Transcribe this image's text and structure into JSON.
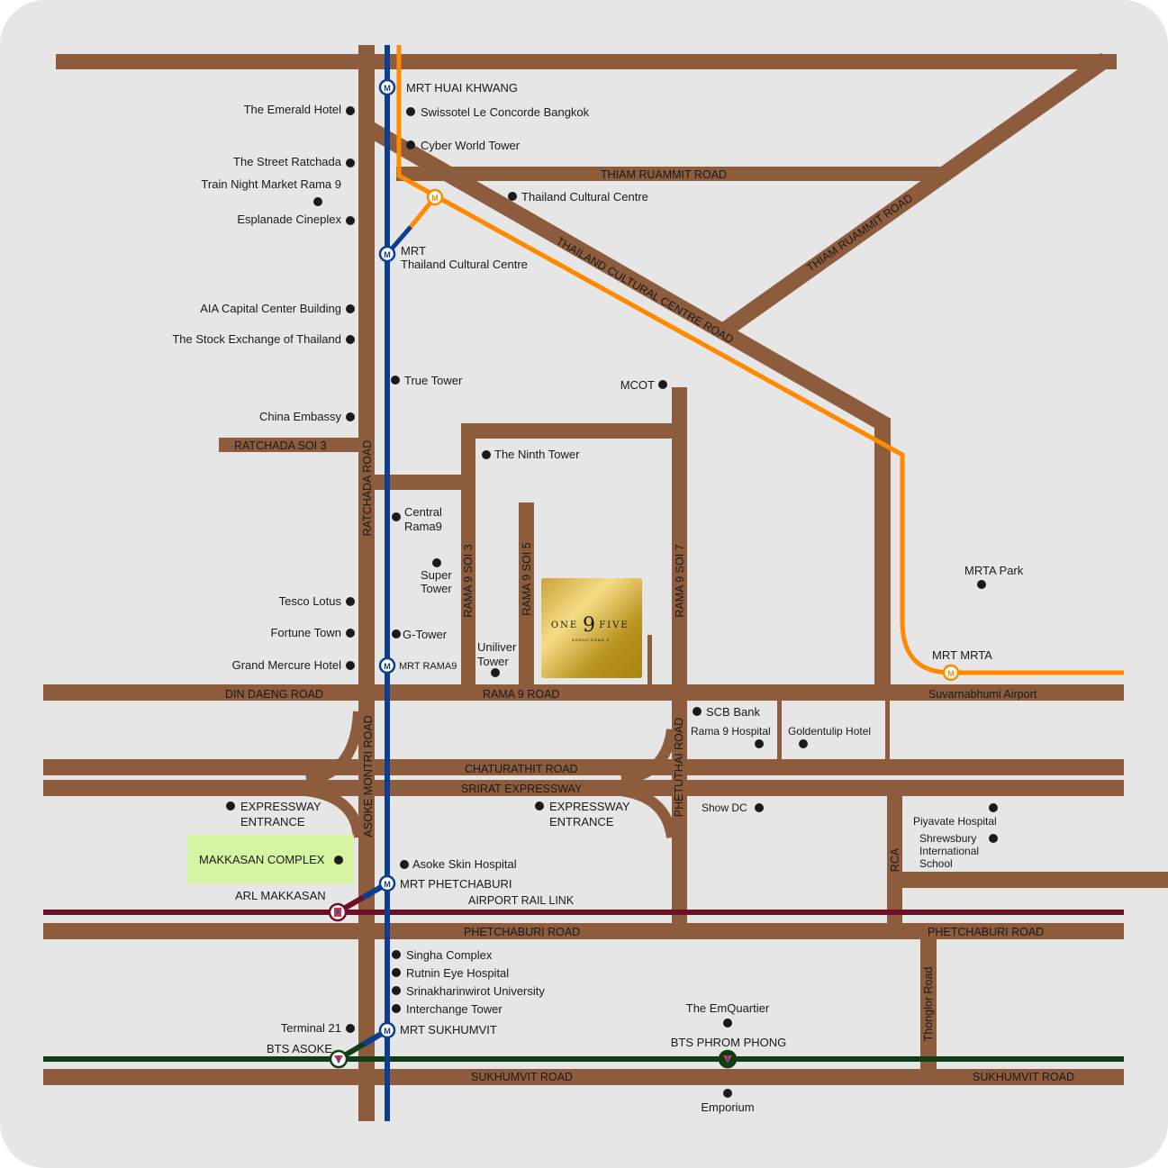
{
  "colors": {
    "road": "#8c5c3c",
    "mrt_blue": "#0b3d91",
    "mrt_orange": "#ff8a00",
    "airport_rail_link": "#6e0f2a",
    "bts": "#0f3d16",
    "background": "#e6e6e6",
    "highlight": "#d5f5a3",
    "logo_gold": "#d4af37"
  },
  "logo": {
    "name_left": "ONE",
    "name_digit": "9",
    "name_right": "FIVE",
    "tagline": "ASOKE-RAMA 9"
  },
  "roads": {
    "ratchada": "RATCHADA ROAD",
    "asoke_montri": "ASOKE MONTRI ROAD",
    "thiam_ruammit_h": "THIAM RUAMMIT ROAD",
    "thiam_ruammit_d": "THIAM RUAMMIT ROAD",
    "thailand_cultural_centre": "THAILAND CULTURAL CENTRE ROAD",
    "ratchada_soi3": "RATCHADA SOI 3",
    "rama9_soi3": "RAMA 9 SOI 3",
    "rama9_soi5": "RAMA 9 SOI 5",
    "rama9_soi7": "RAMA 9 SOI 7",
    "din_daeng": "DIN DAENG ROAD",
    "rama9": "RAMA 9 ROAD",
    "suvarnabhumi": "Suvarnabhumi Airport",
    "chaturathit": "CHATURATHIT ROAD",
    "srirat": "SRIRAT EXPRESSWAY",
    "phetuthai": "PHETUTHAI ROAD",
    "rca": "RCA",
    "phetchaburi_1": "PHETCHABURI ROAD",
    "phetchaburi_2": "PHETCHABURI ROAD",
    "thonglor": "Thonglor Road",
    "sukhumvit_1": "SUKHUMVIT ROAD",
    "sukhumvit_2": "SUKHUMVIT ROAD",
    "airport_rail_link": "AIRPORT RAIL LINK"
  },
  "stations": {
    "huai_khwang": "MRT HUAI KHWANG",
    "tcc_1": "MRT",
    "tcc_2": "Thailand Cultural Centre",
    "rama9": "MRT RAMA9",
    "mrta": "MRT MRTA",
    "phetchaburi": "MRT PHETCHABURI",
    "arl_makkasan": "ARL MAKKASAN",
    "sukhumvit": "MRT SUKHUMVIT",
    "bts_asoke": "BTS ASOKE",
    "bts_phrom_phong": "BTS PHROM PHONG",
    "mrt_icon": "M"
  },
  "places": {
    "swissotel": "Swissotel Le Concorde Bangkok",
    "emerald": "The Emerald Hotel",
    "cyber_world": "Cyber World Tower",
    "street_ratchada": "The Street Ratchada",
    "train_night_market": "Train Night Market Rama 9",
    "esplanade": "Esplanade Cineplex",
    "thailand_cultural_centre": "Thailand Cultural Centre",
    "aia": "AIA Capital Center Building",
    "stock_exchange": "The Stock Exchange of Thailand",
    "true_tower": "True Tower",
    "mcot": "MCOT",
    "china_embassy": "China Embassy",
    "ninth_tower": "The Ninth Tower",
    "central_1": "Central",
    "central_2": "Rama9",
    "super_1": "Super",
    "super_2": "Tower",
    "tesco": "Tesco Lotus",
    "fortune": "Fortune Town",
    "g_tower": "G-Tower",
    "grand_mercure": "Grand Mercure Hotel",
    "uniliver_1": "Uniliver",
    "uniliver_2": "Tower",
    "mrta_park": "MRTA Park",
    "scb": "SCB Bank",
    "rama9_hospital": "Rama 9 Hospital",
    "goldentulip": "Goldentulip Hotel",
    "expressway_l1": "EXPRESSWAY",
    "expressway_l2": "ENTRANCE",
    "expressway_r1": "EXPRESSWAY",
    "expressway_r2": "ENTRANCE",
    "show_dc": "Show DC",
    "piyavate": "Piyavate Hospital",
    "shrewsbury_1": "Shrewsbury",
    "shrewsbury_2": "International",
    "shrewsbury_3": "School",
    "makkasan_complex": "MAKKASAN COMPLEX",
    "asoke_skin": "Asoke Skin Hospital",
    "singha": "Singha Complex",
    "rutnin": "Rutnin Eye Hospital",
    "swu": "Srinakharinwirot University",
    "interchange": "Interchange Tower",
    "terminal21": "Terminal 21",
    "emquartier": "The EmQuartier",
    "emporium": "Emporium"
  }
}
